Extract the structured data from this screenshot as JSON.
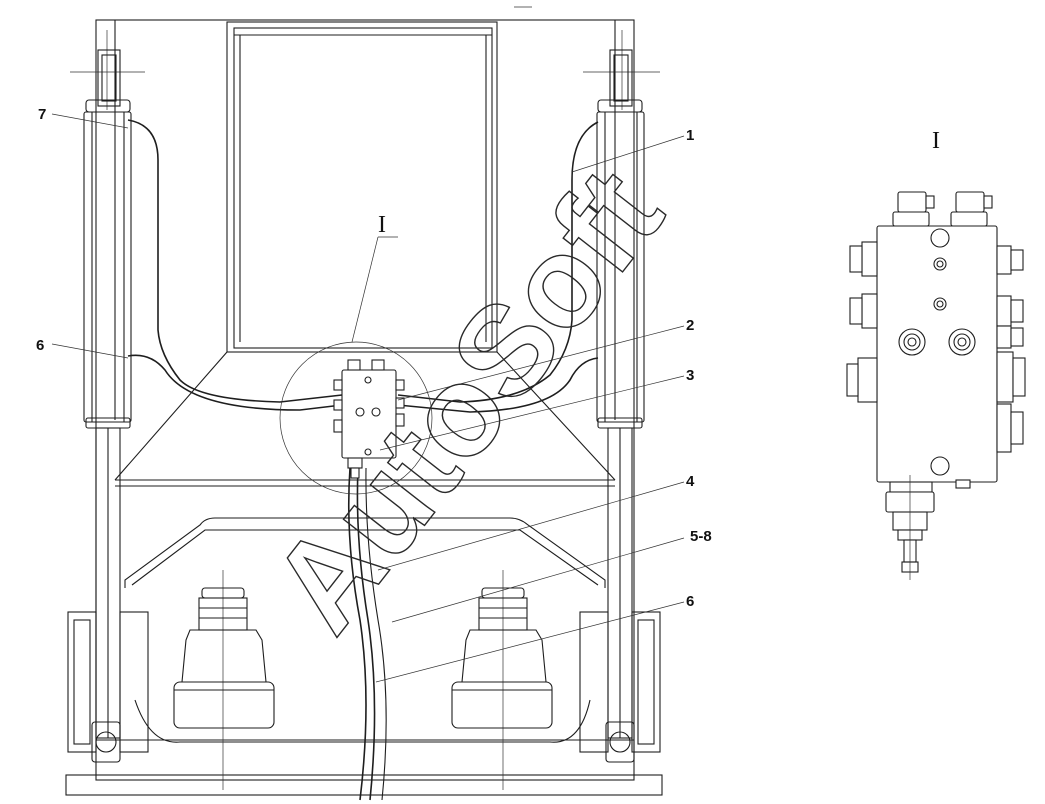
{
  "watermark": "AutoSoft",
  "view_marker": "I",
  "detail_title": "I",
  "callouts": [
    {
      "id": "c1",
      "label": "1"
    },
    {
      "id": "c2",
      "label": "2"
    },
    {
      "id": "c3",
      "label": "3"
    },
    {
      "id": "c4",
      "label": "4"
    },
    {
      "id": "c5",
      "label": "5-8"
    },
    {
      "id": "c6a",
      "label": "6"
    },
    {
      "id": "c6b",
      "label": "6"
    },
    {
      "id": "c7",
      "label": "7"
    }
  ]
}
